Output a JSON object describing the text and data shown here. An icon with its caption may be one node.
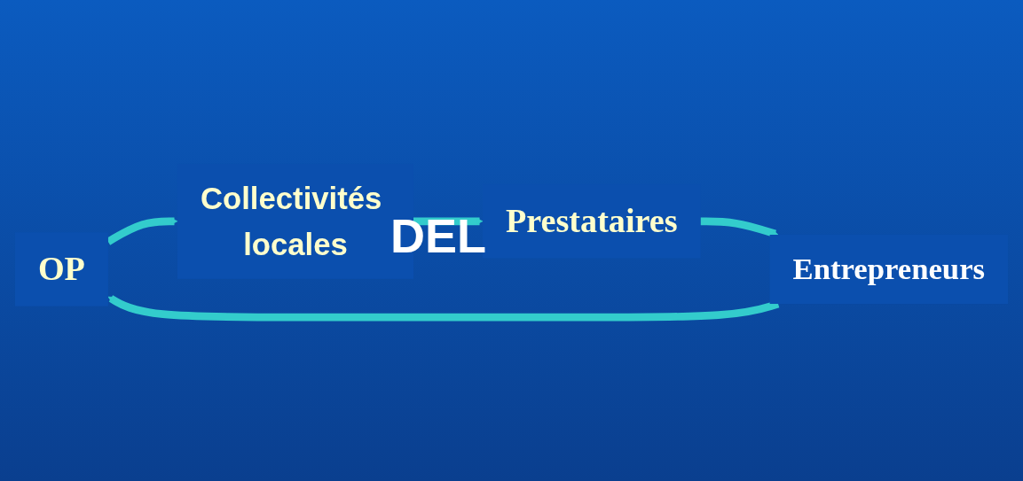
{
  "diagram": {
    "nodes": [
      {
        "text": [
          "OP"
        ]
      },
      {
        "text": [
          "Collectivités locales"
        ]
      },
      {
        "text": [
          "Prestataires"
        ]
      },
      {
        "text": [
          "Entrepreneurs"
        ]
      }
    ],
    "edges": [
      {
        "from": 0,
        "to": 1,
        "arrow": "to"
      },
      {
        "from": 1,
        "to": 2,
        "arrow": "to"
      },
      {
        "from": 2,
        "to": 3,
        "arrow": "to"
      },
      {
        "from": 3,
        "to": 0,
        "arrow": "to"
      }
    ],
    "labels": [
      "DEL"
    ]
  }
}
